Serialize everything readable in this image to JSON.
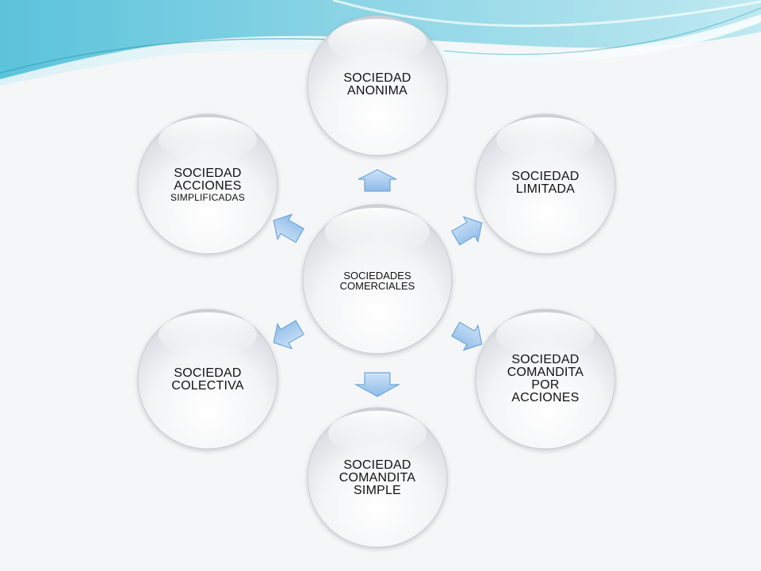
{
  "diagram": {
    "center": {
      "lines": [
        "SOCIEDADES",
        "COMERCIALES"
      ]
    },
    "nodes": [
      {
        "id": "anonima",
        "lines": [
          "SOCIEDAD",
          "ANONIMA"
        ],
        "small_line": ""
      },
      {
        "id": "limitada",
        "lines": [
          "SOCIEDAD",
          "LIMITADA"
        ],
        "small_line": ""
      },
      {
        "id": "comandita-acciones",
        "lines": [
          "SOCIEDAD",
          "COMANDITA",
          "POR",
          "ACCIONES"
        ],
        "small_line": ""
      },
      {
        "id": "comandita-simple",
        "lines": [
          "SOCIEDAD",
          "COMANDITA",
          "SIMPLE"
        ],
        "small_line": ""
      },
      {
        "id": "colectiva",
        "lines": [
          "SOCIEDAD",
          "COLECTIVA"
        ],
        "small_line": ""
      },
      {
        "id": "acciones-simplificadas",
        "lines": [
          "SOCIEDAD",
          "ACCIONES"
        ],
        "small_line": "SIMPLIFICADAS"
      }
    ]
  },
  "colors": {
    "background": "#f4f6f8",
    "wave_light": "#9fdbe6",
    "wave_dark": "#3aa9c4",
    "arrow_fill": "#a9cdf0",
    "arrow_stroke": "#6fa6d8",
    "circle_edge": "#c9ccd2",
    "text": "#111111"
  }
}
